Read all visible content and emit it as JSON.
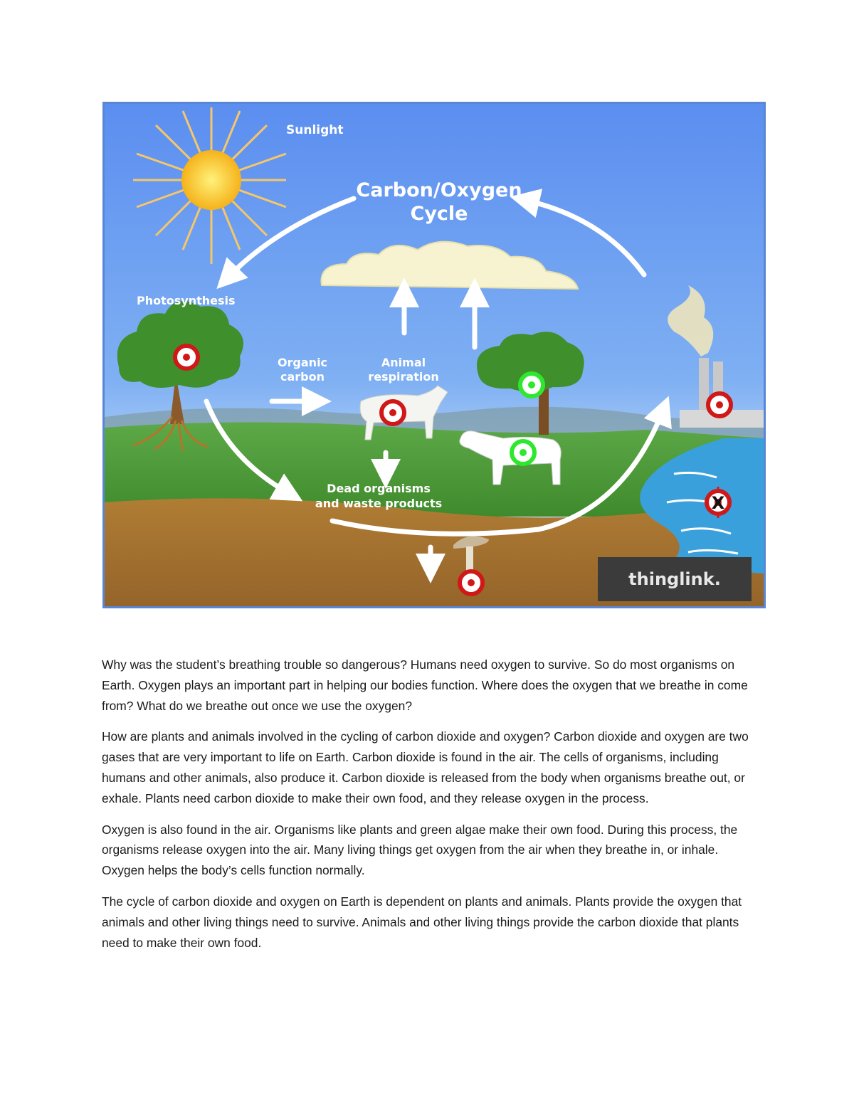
{
  "diagram": {
    "title_line1": "Carbon/Oxygen",
    "title_line2": "Cycle",
    "labels": {
      "sunlight": "Sunlight",
      "photosynthesis": "Photosynthesis",
      "organic_line1": "Organic",
      "organic_line2": "carbon",
      "respiration_line1": "Animal",
      "respiration_line2": "respiration",
      "dead_line1": "Dead organisms",
      "dead_line2": "and waste products"
    },
    "watermark": "thinglink.",
    "marker_x": "X",
    "colors": {
      "sky_top": "#5b8ef0",
      "ground_green": "#4e9a3a",
      "soil": "#a5732e",
      "water": "#3aa0dc",
      "marker_red": "#d01818",
      "marker_green": "#2ee82e"
    }
  },
  "paragraphs": [
    "Why was the student’s breathing trouble so dangerous? Humans need oxygen to survive. So do most organisms on Earth. Oxygen plays an important part in helping our bodies function. Where does the oxygen that we breathe in come from? What do we breathe out once we use the oxygen?",
    "How are plants and animals involved in the cycling of  carbon dioxide and oxygen? Carbon dioxide and oxygen are two gases that are very important to life on Earth. Carbon dioxide is found in the air. The cells of organisms, including humans and other animals, also produce it. Carbon dioxide is released from the body when organisms breathe out, or exhale. Plants need carbon dioxide to make their own food, and they release oxygen in the process.",
    "Oxygen is also found in the air. Organisms like plants and green algae make their own food. During this process, the organisms release oxygen into the air. Many living things get oxygen from the air when they breathe in, or inhale. Oxygen helps the body’s cells function normally.",
    "The cycle of carbon dioxide and oxygen on Earth is dependent on plants and animals. Plants provide the oxygen that animals and other living things need to survive. Animals and other living things provide the carbon dioxide that plants need to make their own food."
  ]
}
